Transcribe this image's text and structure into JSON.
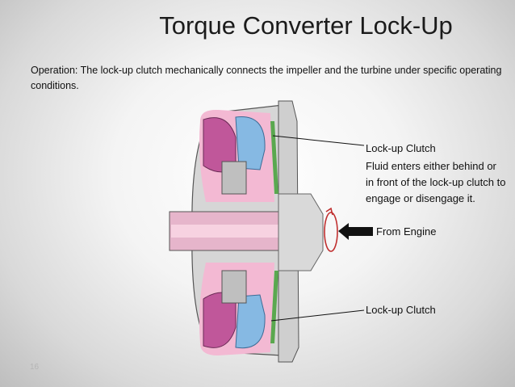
{
  "slide": {
    "title": "Torque Converter Lock-Up",
    "operation": "Operation: The lock-up clutch mechanically connects the impeller and the turbine under specific operating conditions.",
    "slide_number": "16"
  },
  "callouts": {
    "lockup_top": "Lock-up Clutch",
    "description": "Fluid enters either behind or in front of the lock-up clutch to engage or disengage it.",
    "from_engine": "From Engine",
    "lockup_bottom": "Lock-up Clutch"
  },
  "colors": {
    "housing": "#d8d8d8",
    "impeller": "#c0579a",
    "turbine": "#7fb4e0",
    "fluid": "#f2b6d0",
    "clutch": "#5aa84f",
    "arrow": "#111111",
    "rotation": "#c03030"
  }
}
